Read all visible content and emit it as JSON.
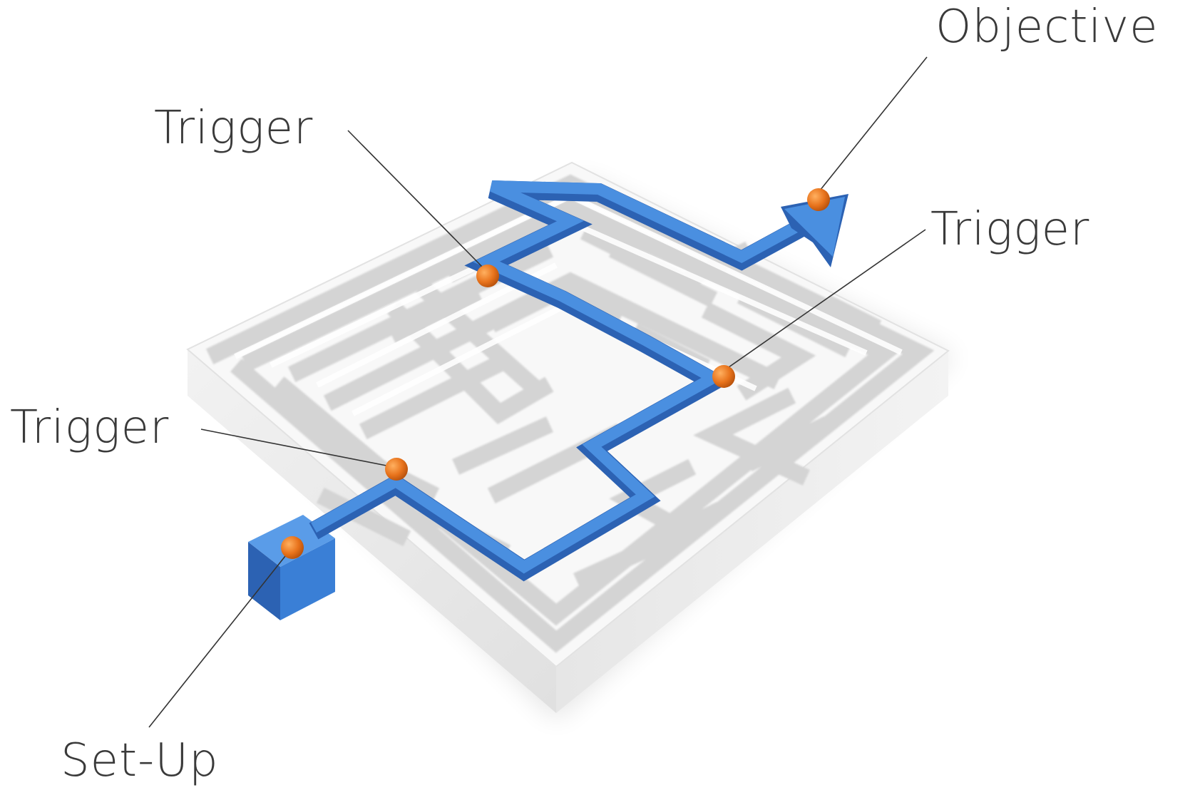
{
  "labels": {
    "objective": "Objective",
    "trigger_top": "Trigger",
    "trigger_right": "Trigger",
    "trigger_left": "Trigger",
    "setup": "Set-Up"
  },
  "colors": {
    "path_blue": "#3a7fd6",
    "path_blue_dark": "#2c62b3",
    "marker_orange": "#e8731c",
    "maze_top": "#f7f7f7",
    "maze_floor": "#d6d6d6",
    "maze_side": "#e9e9e9",
    "leader_line": "#333333",
    "label_text": "#3a3a3a"
  },
  "icons": {
    "path": "blue-path-arrow",
    "marker": "orange-dot-marker",
    "maze": "isometric-maze"
  }
}
